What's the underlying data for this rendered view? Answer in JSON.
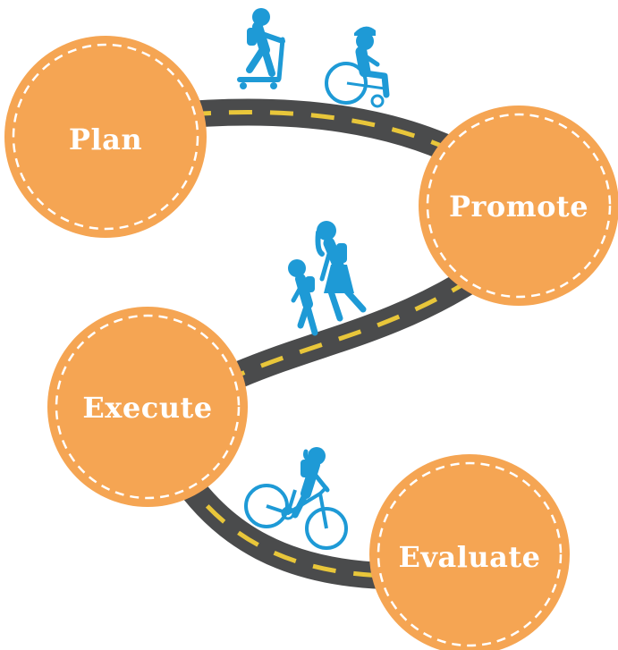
{
  "diagram": {
    "steps": [
      {
        "id": "plan",
        "label": "Plan"
      },
      {
        "id": "promote",
        "label": "Promote"
      },
      {
        "id": "execute",
        "label": "Execute"
      },
      {
        "id": "evaluate",
        "label": "Evaluate"
      }
    ],
    "travelers": [
      {
        "segment": "plan-to-promote",
        "icons": [
          "scooter-rider-icon",
          "wheelchair-user-icon"
        ]
      },
      {
        "segment": "promote-to-execute",
        "icons": [
          "walking-child-icon",
          "walking-adult-icon"
        ]
      },
      {
        "segment": "execute-to-evaluate",
        "icons": [
          "cyclist-icon"
        ]
      }
    ],
    "colors": {
      "circle": "#F5A553",
      "circle_dash": "#FFFFFF",
      "road": "#4A4B4C",
      "road_line": "#E8C63A",
      "traveler": "#1E9AD6"
    }
  }
}
